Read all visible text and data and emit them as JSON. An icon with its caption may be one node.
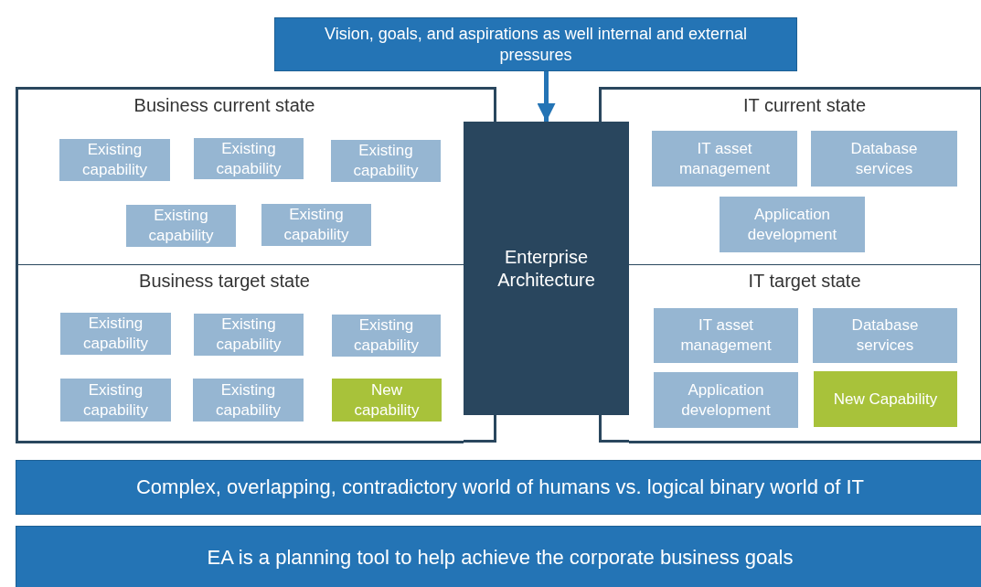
{
  "diagram": {
    "nodes": [
      {
        "text": [
          "Vision, goals, and aspirations as well internal and external pressures"
        ]
      },
      {
        "text": [
          "Business current state"
        ]
      },
      {
        "text": [
          "Existing capability"
        ],
        "in": 1
      },
      {
        "text": [
          "Existing capability"
        ],
        "in": 1
      },
      {
        "text": [
          "Existing capability"
        ],
        "in": 1
      },
      {
        "text": [
          "Existing capability"
        ],
        "in": 1
      },
      {
        "text": [
          "Existing capability"
        ],
        "in": 1
      },
      {
        "text": [
          "Business target state"
        ]
      },
      {
        "text": [
          "Existing capability"
        ],
        "in": 7
      },
      {
        "text": [
          "Existing capability"
        ],
        "in": 7
      },
      {
        "text": [
          "Existing capability"
        ],
        "in": 7
      },
      {
        "text": [
          "Existing capability"
        ],
        "in": 7
      },
      {
        "text": [
          "Existing capability"
        ],
        "in": 7
      },
      {
        "text": [
          "New capability"
        ],
        "in": 7
      },
      {
        "text": [
          "Enterprise Architecture"
        ]
      },
      {
        "text": [
          "IT current state"
        ]
      },
      {
        "text": [
          "IT asset management"
        ],
        "in": 15
      },
      {
        "text": [
          "Database services"
        ],
        "in": 15
      },
      {
        "text": [
          "Application development"
        ],
        "in": 15
      },
      {
        "text": [
          "IT target state"
        ]
      },
      {
        "text": [
          "IT asset management"
        ],
        "in": 19
      },
      {
        "text": [
          "Database services"
        ],
        "in": 19
      },
      {
        "text": [
          "Application development"
        ],
        "in": 19
      },
      {
        "text": [
          "New Capability"
        ],
        "in": 19
      },
      {
        "text": [
          "Complex, overlapping, contradictory world of humans vs. logical binary world of IT"
        ]
      },
      {
        "text": [
          "EA is a planning tool to help achieve the corporate business goals"
        ]
      }
    ],
    "edges": [
      {
        "from": 0,
        "to": 14,
        "arrow": "to"
      }
    ]
  }
}
